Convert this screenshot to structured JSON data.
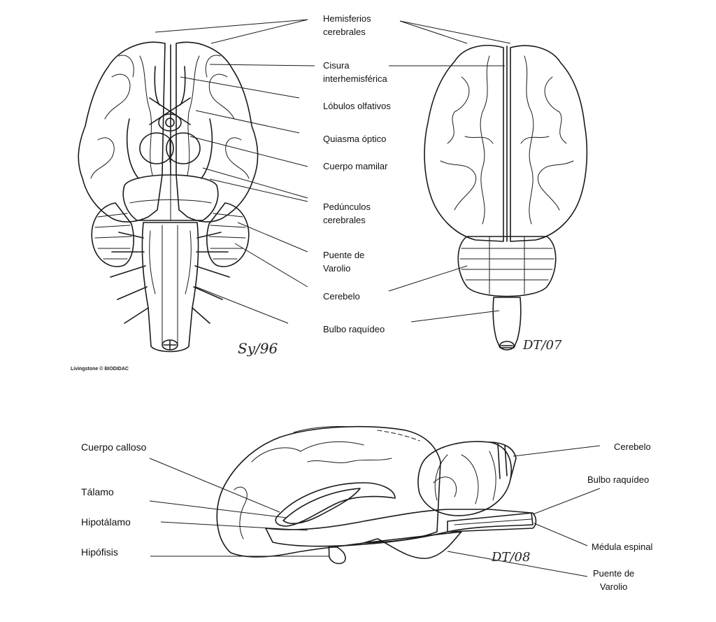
{
  "ventral_view": {
    "labels": {
      "hemisferios": [
        "Hemisferios",
        "cerebrales"
      ],
      "cisura": [
        "Cisura",
        "interhemisférica"
      ],
      "lobulos": "Lóbulos olfativos",
      "quiasma": "Quiasma óptico",
      "mamilar": "Cuerpo mamilar",
      "pedunculos": [
        "Pedúnculos",
        "cerebrales"
      ],
      "puente": [
        "Puente de",
        "Varolio"
      ],
      "cerebelo": "Cerebelo",
      "bulbo": "Bulbo raquídeo"
    },
    "signature": "Sy/96",
    "credit": "Livingstone © BIODIDAC"
  },
  "dorsal_view": {
    "signature": "DT/07"
  },
  "sagittal_view": {
    "labels": {
      "cuerpo_calloso": "Cuerpo calloso",
      "talamo": "Tálamo",
      "hipotalamo": "Hipotálamo",
      "hipofisis": "Hipófisis",
      "cerebelo": "Cerebelo",
      "bulbo": "Bulbo raquídeo",
      "medula": "Médula espinal",
      "puente": [
        "Puente de",
        "Varolio"
      ]
    },
    "signature": "DT/08"
  }
}
